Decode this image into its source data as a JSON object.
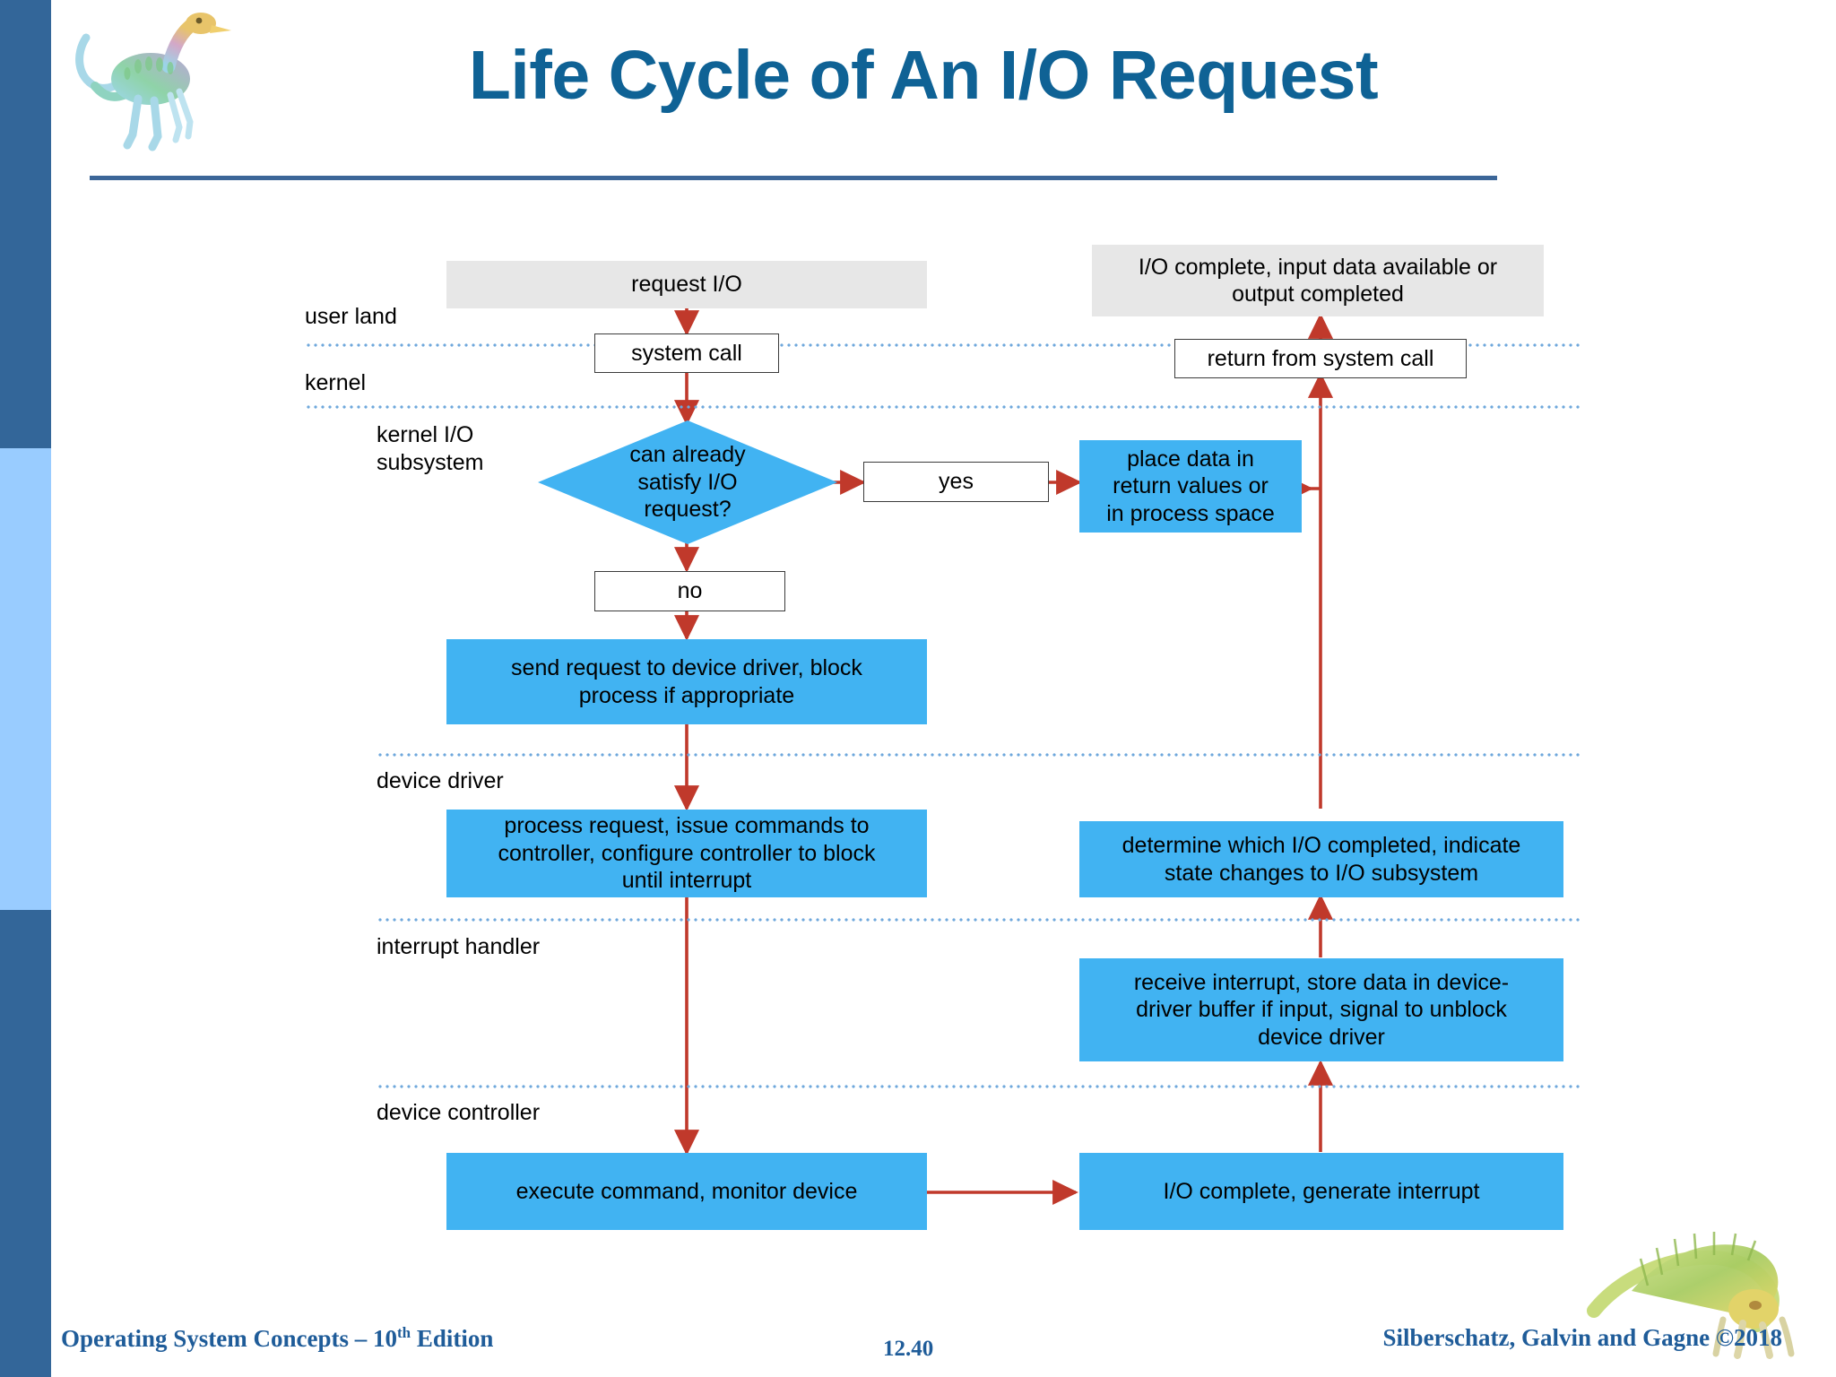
{
  "slide": {
    "title": "Life Cycle of An I/O Request",
    "accent_color": "#0F6295",
    "rule_color": "#3C6698"
  },
  "sidebar": {
    "segments": [
      {
        "name": "top",
        "color": "#336699"
      },
      {
        "name": "middle",
        "color": "#99CCFF"
      },
      {
        "name": "bottom",
        "color": "#336699"
      }
    ]
  },
  "diagram": {
    "type": "flowchart",
    "colors": {
      "gray_box": "#E7E7E7",
      "blue_box": "#41B3F2",
      "white_box": "#FFFFFF",
      "arrow": "#C0392B",
      "lane_separator": "#6FA8DC"
    },
    "lanes": [
      {
        "id": "user-land",
        "label": "user land"
      },
      {
        "id": "kernel",
        "label": "kernel"
      },
      {
        "id": "kernel-io-subsystem",
        "label": "kernel I/O\nsubsystem"
      },
      {
        "id": "device-driver",
        "label": "device driver"
      },
      {
        "id": "interrupt-handler",
        "label": "interrupt handler"
      },
      {
        "id": "device-controller",
        "label": "device controller"
      }
    ],
    "nodes": {
      "request_io": "request I/O",
      "system_call": "system call",
      "decision": "can already\nsatisfy I/O\nrequest?",
      "yes": "yes",
      "no": "no",
      "place_data": "place data in\nreturn values or\nin process space",
      "io_complete_user": "I/O complete, input data available or\noutput completed",
      "return_from_system_call": "return from system call",
      "send_request": "send request to device driver, block\nprocess if appropriate",
      "process_request": "process request, issue commands to\ncontroller, configure controller to block\nuntil interrupt",
      "determine_which": "determine which I/O completed, indicate\nstate changes to I/O subsystem",
      "receive_interrupt": "receive interrupt, store data in device-\ndriver buffer if input, signal to unblock\ndevice driver",
      "execute_command": "execute command, monitor device",
      "io_complete_interrupt": "I/O complete, generate interrupt"
    }
  },
  "footer": {
    "left_prefix": "Operating System Concepts – 10",
    "left_sup": "th",
    "left_suffix": " Edition",
    "slide_number": "12.40",
    "right": "Silberschatz, Galvin and Gagne ©2018"
  }
}
